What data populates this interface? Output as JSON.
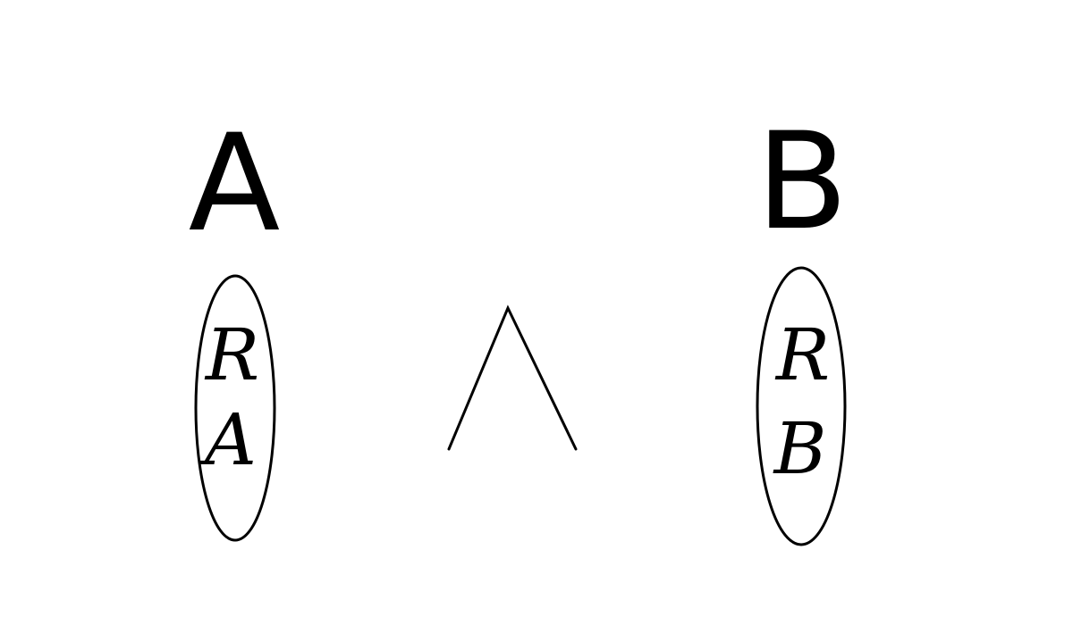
{
  "diagram": {
    "left": {
      "title": "A",
      "ellipse_top": "R",
      "ellipse_bottom": "A"
    },
    "operator": {
      "symbol": "wedge-icon"
    },
    "right": {
      "title": "B",
      "ellipse_top": "R",
      "ellipse_bottom": "B"
    }
  },
  "colors": {
    "background": "#ffffff",
    "ink": "#000000"
  }
}
